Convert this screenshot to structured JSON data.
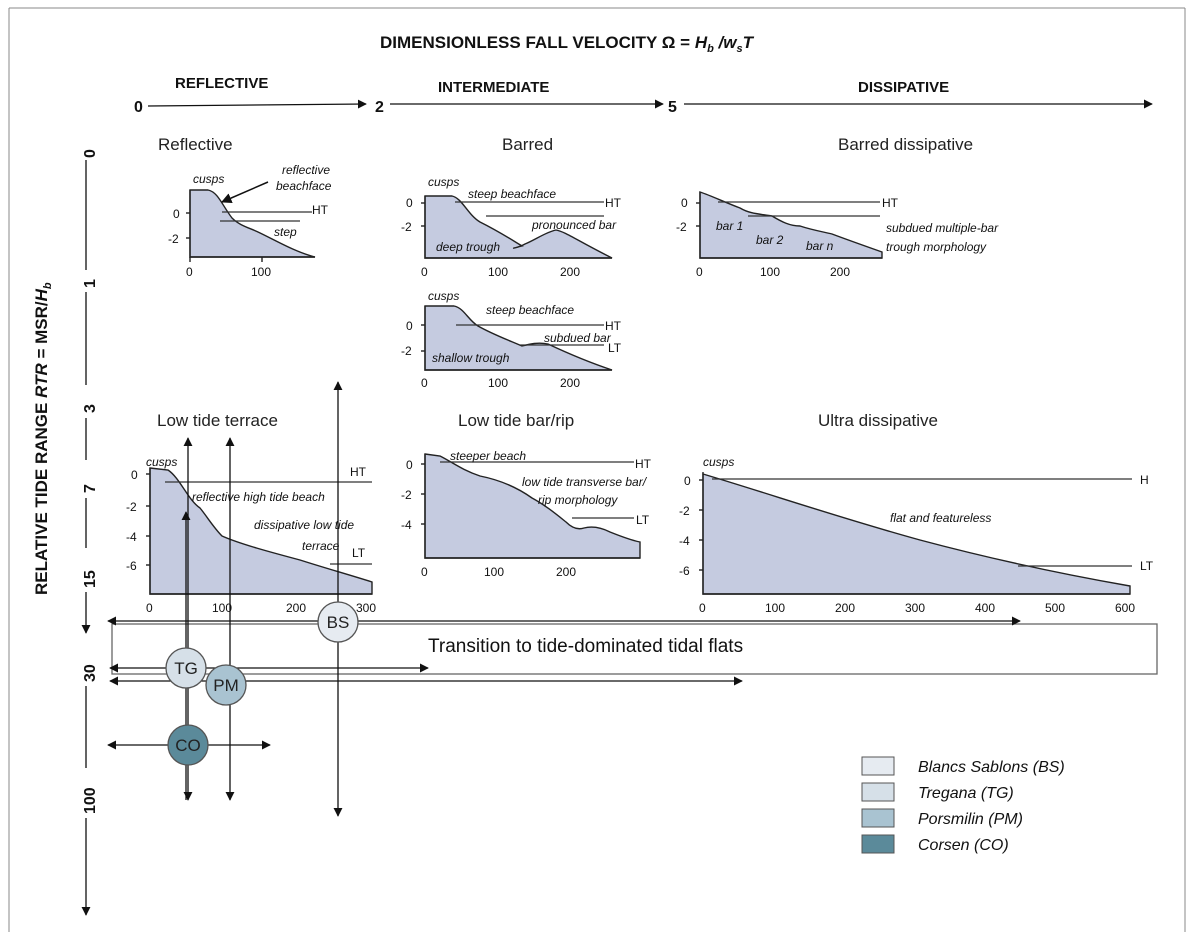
{
  "header": {
    "title_prefix": "DIMENSIONLESS FALL VELOCITY Ω = ",
    "title_H": "H",
    "title_b": "b",
    "title_slash_w": " /w",
    "title_s": "s",
    "title_T": "T"
  },
  "states": {
    "reflective": "REFLECTIVE",
    "intermediate": "INTERMEDIATE",
    "dissipative": "DISSIPATIVE"
  },
  "omega_ticks": [
    "0",
    "2",
    "5"
  ],
  "y_axis": {
    "label_main": "RELATIVE TIDE RANGE ",
    "label_rtr": "RTR",
    "label_eq": " = MSR/",
    "label_H": "H",
    "label_b": "b"
  },
  "rtr_ticks": [
    "0",
    "1",
    "3",
    "7",
    "15",
    "30",
    "100"
  ],
  "panels": {
    "reflective": {
      "title": "Reflective",
      "cusps": "cusps",
      "beachface1": "reflective",
      "beachface2": "beachface",
      "ht": "HT",
      "step": "step",
      "y": [
        "0",
        "-2"
      ],
      "x": [
        "0",
        "100"
      ]
    },
    "barred": {
      "title": "Barred",
      "cusps": "cusps",
      "steep": "steep beachface",
      "ht": "HT",
      "bar": "pronounced bar",
      "trough": "deep trough",
      "y": [
        "0",
        "-2"
      ],
      "x": [
        "0",
        "100",
        "200"
      ]
    },
    "barred2": {
      "cusps": "cusps",
      "steep": "steep beachface",
      "ht": "HT",
      "bar": "subdued bar",
      "lt": "LT",
      "trough": "shallow trough",
      "y": [
        "0",
        "-2"
      ],
      "x": [
        "0",
        "100",
        "200"
      ]
    },
    "barred_dissipative": {
      "title": "Barred dissipative",
      "ht": "HT",
      "bar1": "bar 1",
      "bar2": "bar 2",
      "barn": "bar n",
      "sub1": "subdued multiple-bar",
      "sub2": "trough morphology",
      "y": [
        "0",
        "-2"
      ],
      "x": [
        "0",
        "100",
        "200"
      ]
    },
    "ltt": {
      "title": "Low tide terrace",
      "cusps": "cusps",
      "ht": "HT",
      "refl": "reflective high tide beach",
      "diss1": "dissipative low tide",
      "diss2": "terrace",
      "lt": "LT",
      "y": [
        "0",
        "-2",
        "-4",
        "-6"
      ],
      "x": [
        "0",
        "100",
        "200",
        "300"
      ]
    },
    "ltbr": {
      "title": "Low tide bar/rip",
      "steeper": "steeper beach",
      "ht": "HT",
      "tb1": "low tide transverse bar/",
      "tb2": "rip morphology",
      "lt": "LT",
      "y": [
        "0",
        "-2",
        "-4"
      ],
      "x": [
        "0",
        "100",
        "200"
      ]
    },
    "ultra": {
      "title": "Ultra dissipative",
      "cusps": "cusps",
      "h": "H",
      "flat": "flat and featureless",
      "lt": "LT",
      "y": [
        "0",
        "-2",
        "-4",
        "-6"
      ],
      "x": [
        "0",
        "100",
        "200",
        "300",
        "400",
        "500",
        "600"
      ]
    }
  },
  "transition_label": "Transition to tide-dominated tidal flats",
  "sites": [
    {
      "code": "BS",
      "name": "Blancs Sablons (BS)",
      "color": "#e6ebf1"
    },
    {
      "code": "TG",
      "name": "Tregana (TG)",
      "color": "#d6e0e8"
    },
    {
      "code": "PM",
      "name": "Porsmilin (PM)",
      "color": "#a9c3d1"
    },
    {
      "code": "CO",
      "name": "Corsen (CO)",
      "color": "#5b8a9a"
    }
  ]
}
